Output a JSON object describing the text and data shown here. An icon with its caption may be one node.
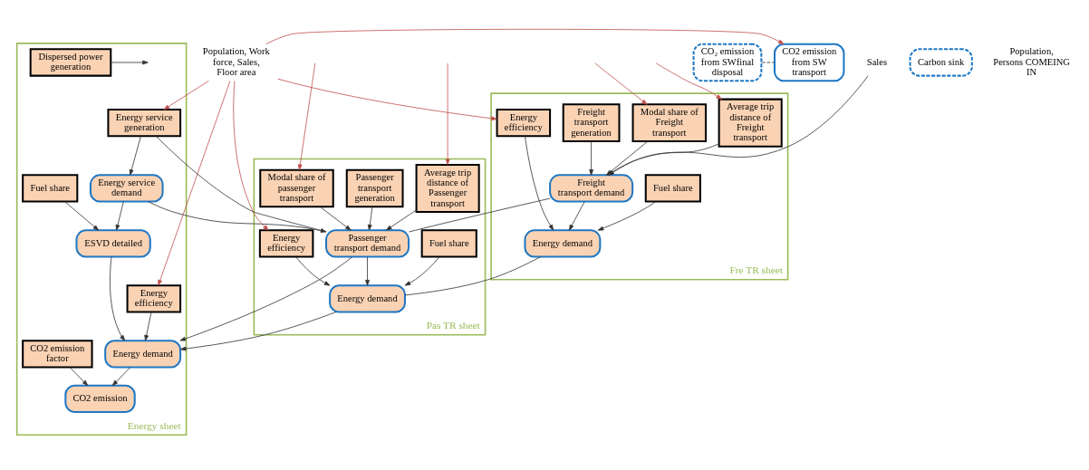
{
  "diagram": {
    "nodes": [
      {
        "text": [
          "Population, Work force, Sales, Floor area"
        ]
      },
      {
        "text": [
          "Energy sheet"
        ]
      },
      {
        "text": [
          "Energy service generation"
        ],
        "in": 1
      },
      {
        "text": [
          "Energy service demand"
        ],
        "in": 1
      },
      {
        "text": [
          "Fuel share"
        ],
        "in": 1
      },
      {
        "text": [
          "ESVD detailed"
        ],
        "in": 1
      },
      {
        "text": [
          "Energy efficiency"
        ],
        "in": 1
      },
      {
        "text": [
          "Energy demand"
        ],
        "in": 1
      },
      {
        "text": [
          "Dispersed power generation"
        ],
        "in": 1
      },
      {
        "text": [
          "CO2 emission factor"
        ],
        "in": 1
      },
      {
        "text": [
          "CO2 emission"
        ],
        "in": 1
      },
      {
        "text": [
          "Pas TR sheet"
        ]
      },
      {
        "text": [
          "Passenger transport generation"
        ],
        "in": 11
      },
      {
        "text": [
          "Modal share of passenger transport"
        ],
        "in": 11
      },
      {
        "text": [
          "Average trip distance of Passenger transport"
        ],
        "in": 11
      },
      {
        "text": [
          "Passenger transport demand"
        ],
        "in": 11
      },
      {
        "text": [
          "Energy efficiency"
        ],
        "in": 11
      },
      {
        "text": [
          "Fuel share"
        ],
        "in": 11
      },
      {
        "text": [
          "Energy demand"
        ],
        "in": 11
      },
      {
        "text": [
          "Fre TR sheet"
        ]
      },
      {
        "text": [
          "Freight transport generation"
        ],
        "in": 19
      },
      {
        "text": [
          "Modal share of Freight transport"
        ],
        "in": 19
      },
      {
        "text": [
          "Average trip distance of Freight transport"
        ],
        "in": 19
      },
      {
        "text": [
          "Freight transport demand"
        ],
        "in": 19
      },
      {
        "text": [
          "Energy efficiency"
        ],
        "in": 19
      },
      {
        "text": [
          "Fuel share"
        ],
        "in": 19
      },
      {
        "text": [
          "Energy demand"
        ],
        "in": 19
      },
      {
        "text": [
          "Carbon sink"
        ]
      },
      {
        "text": [
          "CO₂ emission from SWfinal disposal"
        ]
      },
      {
        "text": [
          "CO2 emission from SW transport"
        ]
      },
      {
        "text": [
          "Population, Persons COMEING IN"
        ]
      },
      {
        "text": [
          "Sales"
        ]
      }
    ],
    "edges": [
      {
        "from": 0,
        "to": 2,
        "arrow": "to",
        "color": "#c0504d"
      },
      {
        "from": 0,
        "to": 6,
        "arrow": "to",
        "color": "#c0504d"
      },
      {
        "from": 0,
        "to": 16,
        "arrow": "to",
        "color": "#c0504d"
      },
      {
        "from": 0,
        "to": 24,
        "arrow": "to",
        "color": "#c0504d"
      },
      {
        "from": 0,
        "to": 29,
        "arrow": "to",
        "color": "#c0504d"
      },
      {
        "from": null,
        "to": 13,
        "arrow": "to",
        "color": "#c0504d"
      },
      {
        "from": null,
        "to": 14,
        "arrow": "to",
        "color": "#c0504d"
      },
      {
        "from": null,
        "to": 21,
        "arrow": "to",
        "color": "#c0504d"
      },
      {
        "from": null,
        "to": 22,
        "arrow": "to",
        "color": "#c0504d"
      },
      {
        "from": 2,
        "to": 3,
        "arrow": "to"
      },
      {
        "from": 3,
        "to": 5,
        "arrow": "to"
      },
      {
        "from": 4,
        "to": 5,
        "arrow": "to"
      },
      {
        "from": 5,
        "to": 7,
        "arrow": "to"
      },
      {
        "from": 6,
        "to": 7,
        "arrow": "to"
      },
      {
        "from": 7,
        "to": 10,
        "arrow": "to"
      },
      {
        "from": 9,
        "to": 10,
        "arrow": "to"
      },
      {
        "from": 8,
        "to": null,
        "arrow": "to"
      },
      {
        "from": 2,
        "to": 15,
        "arrow": "to"
      },
      {
        "from": 12,
        "to": 15,
        "arrow": "to"
      },
      {
        "from": 13,
        "to": 15,
        "arrow": "to"
      },
      {
        "from": 14,
        "to": 15,
        "arrow": "to"
      },
      {
        "from": 15,
        "to": 18,
        "arrow": "to"
      },
      {
        "from": 16,
        "to": 18,
        "arrow": "to"
      },
      {
        "from": 17,
        "to": 18,
        "arrow": "to"
      },
      {
        "from": 31,
        "to": 23,
        "arrow": "to"
      },
      {
        "from": 20,
        "to": 23,
        "arrow": "to"
      },
      {
        "from": 21,
        "to": 23,
        "arrow": "to"
      },
      {
        "from": 22,
        "to": 23,
        "arrow": "to"
      },
      {
        "from": 23,
        "to": 26,
        "arrow": "to"
      },
      {
        "from": 24,
        "to": 26,
        "arrow": "to"
      },
      {
        "from": 25,
        "to": 26,
        "arrow": "to"
      },
      {
        "from": 3,
        "to": 15,
        "arrow": "none"
      },
      {
        "from": 15,
        "to": 7,
        "arrow": "to"
      },
      {
        "from": 23,
        "to": 15,
        "arrow": "none"
      },
      {
        "from": 18,
        "to": 7,
        "arrow": "to"
      },
      {
        "from": 26,
        "to": 18,
        "arrow": "none"
      },
      {
        "from": 28,
        "to": 29,
        "arrow": "none",
        "style": "dashed"
      }
    ]
  }
}
